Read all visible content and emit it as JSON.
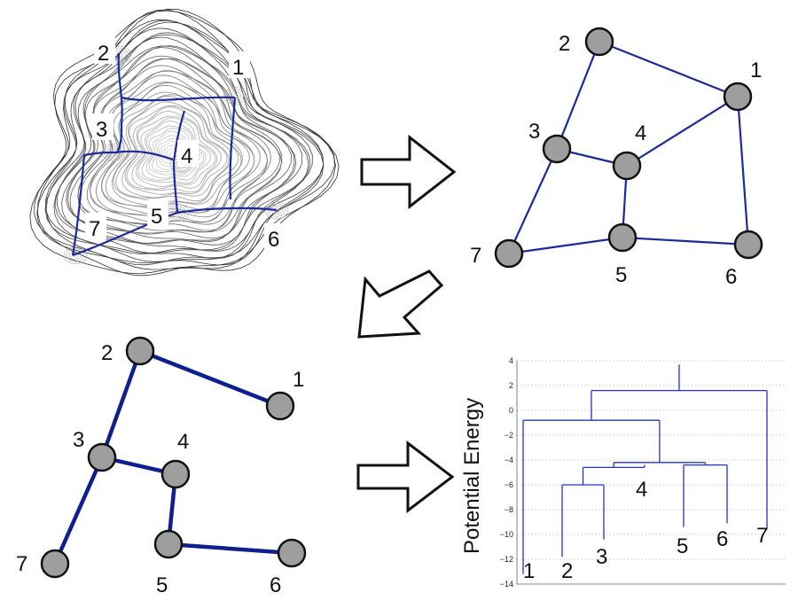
{
  "landscape": {
    "labels": [
      "2",
      "1",
      "3",
      "4",
      "5",
      "7",
      "6"
    ]
  },
  "full_graph": {
    "node_labels": [
      "2",
      "1",
      "3",
      "4",
      "7",
      "5",
      "6"
    ]
  },
  "tree_graph": {
    "node_labels": [
      "2",
      "1",
      "3",
      "4",
      "7",
      "5",
      "6"
    ]
  },
  "chart_data": {
    "type": "dendrogram",
    "ylabel": "Potential Energy",
    "ylim": [
      -14,
      4
    ],
    "yticks": [
      "4",
      "2",
      "0",
      "-2",
      "-4",
      "-6",
      "-8",
      "-10",
      "-12",
      "-14"
    ],
    "leaf_labels": [
      "1",
      "2",
      "3",
      "4",
      "5",
      "6",
      "7"
    ],
    "leaf_minima": [
      -13.2,
      -11.8,
      -10.4,
      -4.4,
      -9.4,
      -9.1,
      -9.6
    ],
    "merges": [
      {
        "join": [
          "2",
          "3"
        ],
        "energy": -6.0
      },
      {
        "join": [
          "2-3",
          "4"
        ],
        "energy": -4.6
      },
      {
        "join": [
          "5",
          "6"
        ],
        "energy": -4.4
      },
      {
        "join": [
          "2-3-4",
          "5-6"
        ],
        "energy": -4.2
      },
      {
        "join": [
          "1",
          "2-3-4-5-6"
        ],
        "energy": -0.8
      },
      {
        "join": [
          "1-2-3-4-5-6",
          "7"
        ],
        "energy": 1.6
      },
      {
        "join": [
          "root"
        ],
        "energy": 3.7
      }
    ],
    "grid": true
  }
}
